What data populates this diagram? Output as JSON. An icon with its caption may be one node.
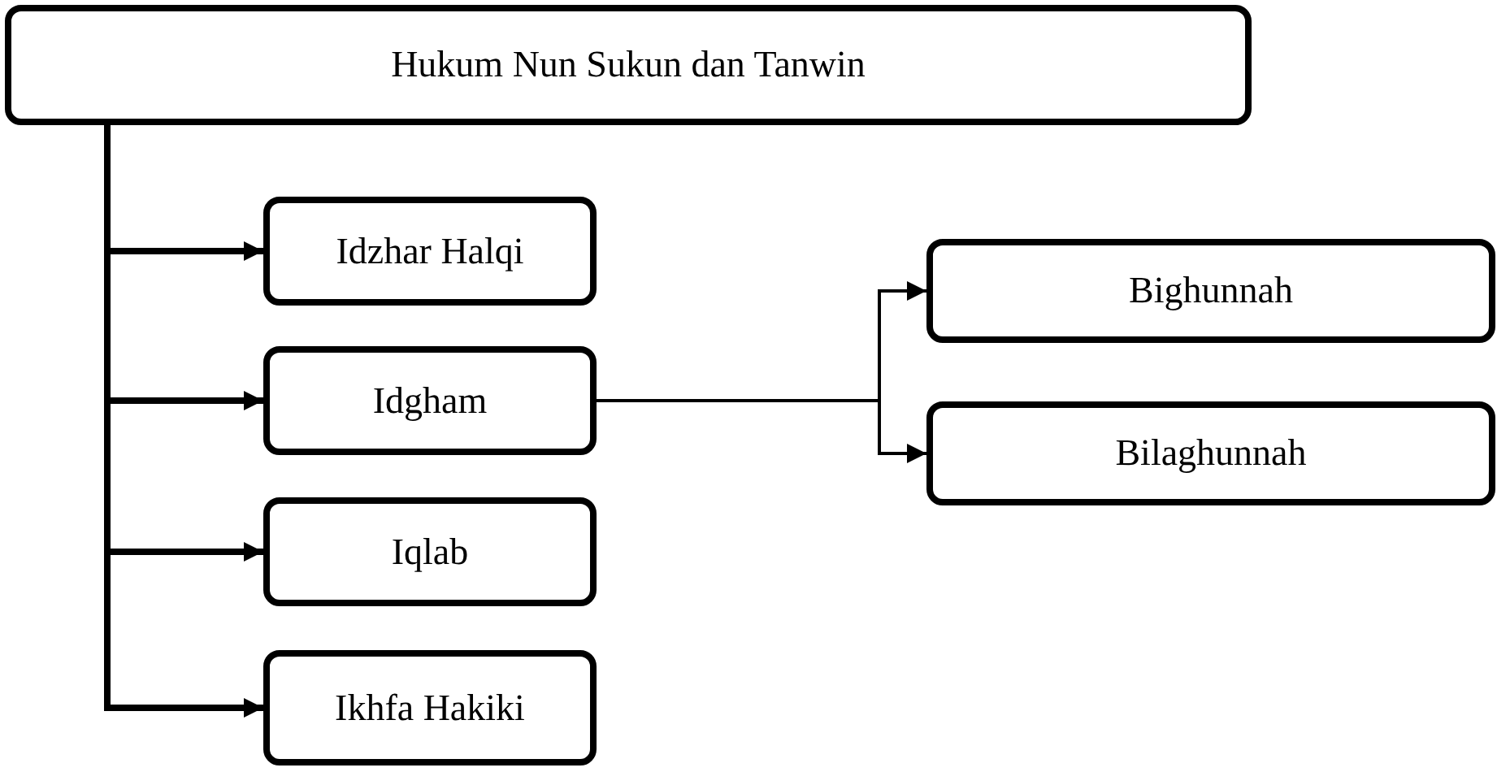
{
  "diagram": {
    "nodes": [
      {
        "text": [
          "Hukum Nun Sukun dan Tanwin"
        ]
      },
      {
        "text": [
          "Idzhar Halqi"
        ]
      },
      {
        "text": [
          "Idgham"
        ]
      },
      {
        "text": [
          "Iqlab"
        ]
      },
      {
        "text": [
          "Ikhfa Hakiki"
        ]
      },
      {
        "text": [
          "Bighunnah"
        ]
      },
      {
        "text": [
          "Bilaghunnah"
        ]
      }
    ],
    "edges": [
      {
        "from": 0,
        "to": 1,
        "arrow": "to"
      },
      {
        "from": 0,
        "to": 2,
        "arrow": "to"
      },
      {
        "from": 0,
        "to": 3,
        "arrow": "to"
      },
      {
        "from": 0,
        "to": 4,
        "arrow": "to"
      },
      {
        "from": 2,
        "to": 5,
        "arrow": "to"
      },
      {
        "from": 2,
        "to": 6,
        "arrow": "to"
      }
    ]
  }
}
